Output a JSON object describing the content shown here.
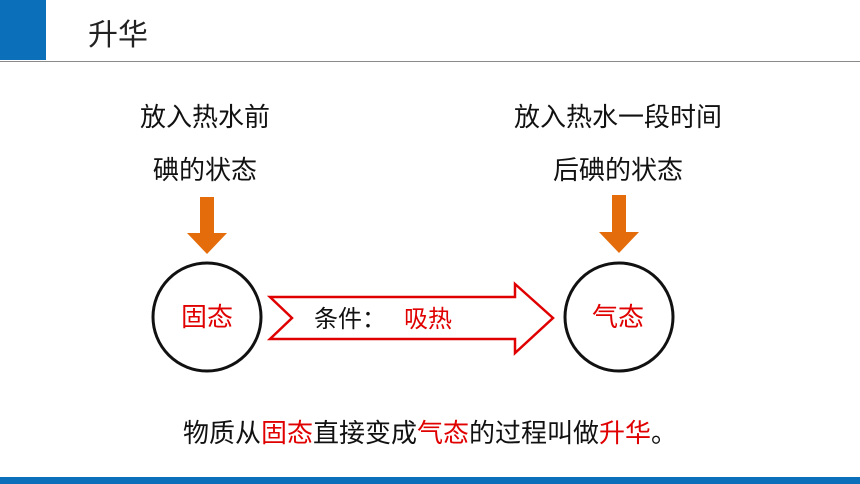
{
  "title": "升华",
  "captions": {
    "left": [
      "放入热水前",
      "碘的状态"
    ],
    "right": [
      "放入热水一段时间",
      "后碘的状态"
    ]
  },
  "nodes": {
    "solid": "固态",
    "gas": "气态"
  },
  "condition": {
    "prefix": "条件：",
    "value": "吸热"
  },
  "summary": {
    "p1": "物质从",
    "r1": "固态",
    "p2": "直接变成",
    "r2": "气态",
    "p3": "的过程叫做",
    "r3": "升华",
    "p4": "。"
  },
  "colors": {
    "accent_blue": "#0b6fba",
    "arrow_orange": "#e46c0a",
    "emphasis_red": "#e00000"
  }
}
